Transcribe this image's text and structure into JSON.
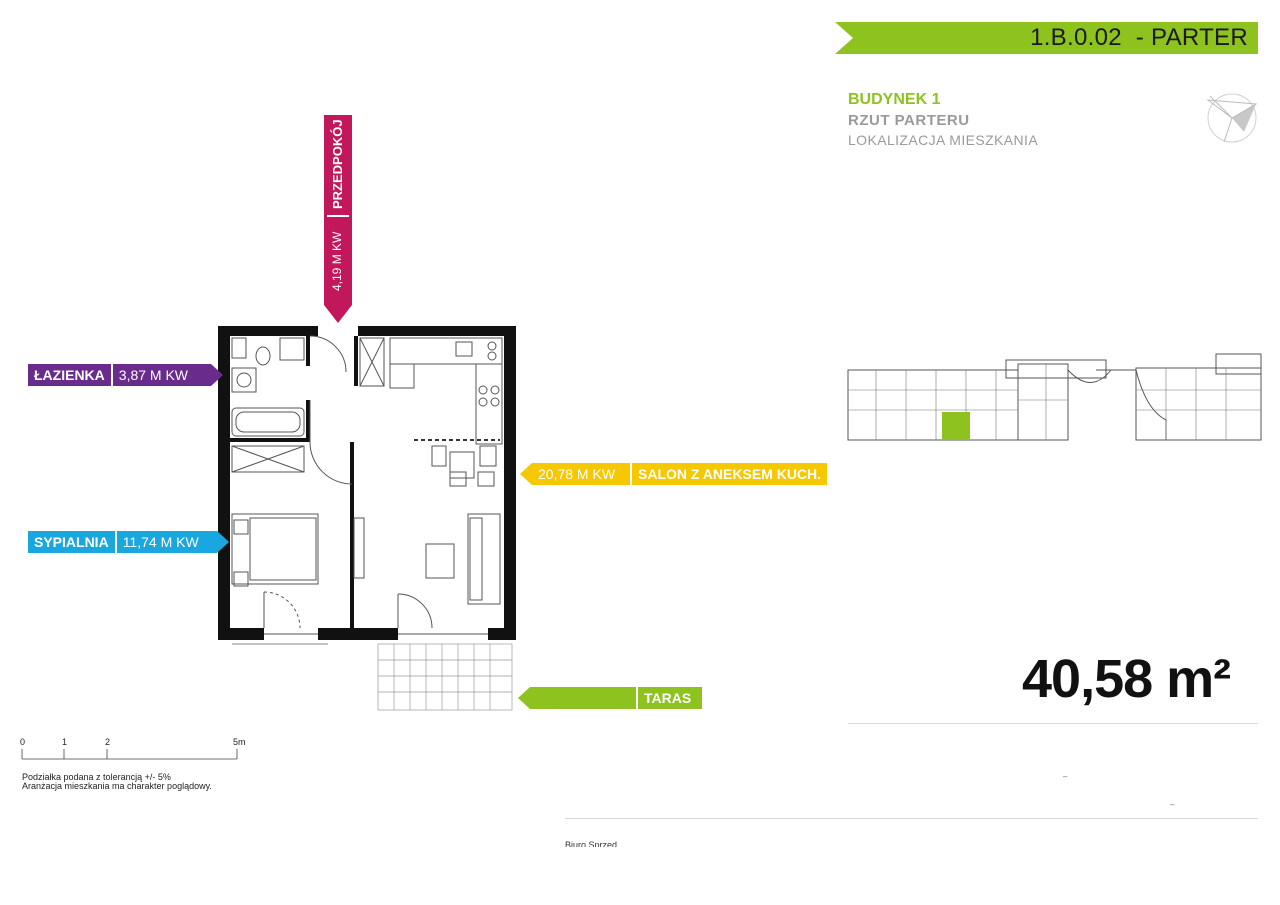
{
  "header": {
    "unit_code": "1.B.0.02  - PARTER",
    "accent_color": "#8dc21f"
  },
  "building": {
    "title": "BUDYNEK 1",
    "plan": "RZUT PARTERU",
    "location_label": "LOKALIZACJA MIESZKANIA"
  },
  "total_area": "40,58 m²",
  "rooms": {
    "przedpokoj": {
      "name": "PRZEDPOKÓJ",
      "area": "4,19 M KW",
      "color": "#c2185b"
    },
    "lazienka": {
      "name": "ŁAZIENKA",
      "area": "3,87 M KW",
      "color": "#6a2c8c"
    },
    "sypialnia": {
      "name": "SYPIALNIA",
      "area": "11,74 M KW",
      "color": "#1aa7e0"
    },
    "salon": {
      "name": "SALON Z ANEKSEM KUCH.",
      "area": "20,78 M KW",
      "color": "#f5c800"
    },
    "taras": {
      "name": "TARAS",
      "area": "",
      "color": "#8dc21f"
    }
  },
  "scale": {
    "ticks": [
      "0",
      "1",
      "2",
      "5m"
    ],
    "note_line1": "Podziałka podana z tolerancją +/- 5%",
    "note_line2": "Aranżacja mieszkania ma charakter poglądowy."
  },
  "footer": {
    "partial_text": "Biuro Sprzed",
    "dash1": "–",
    "dash2": "–"
  },
  "icons": [
    "compass-icon"
  ]
}
